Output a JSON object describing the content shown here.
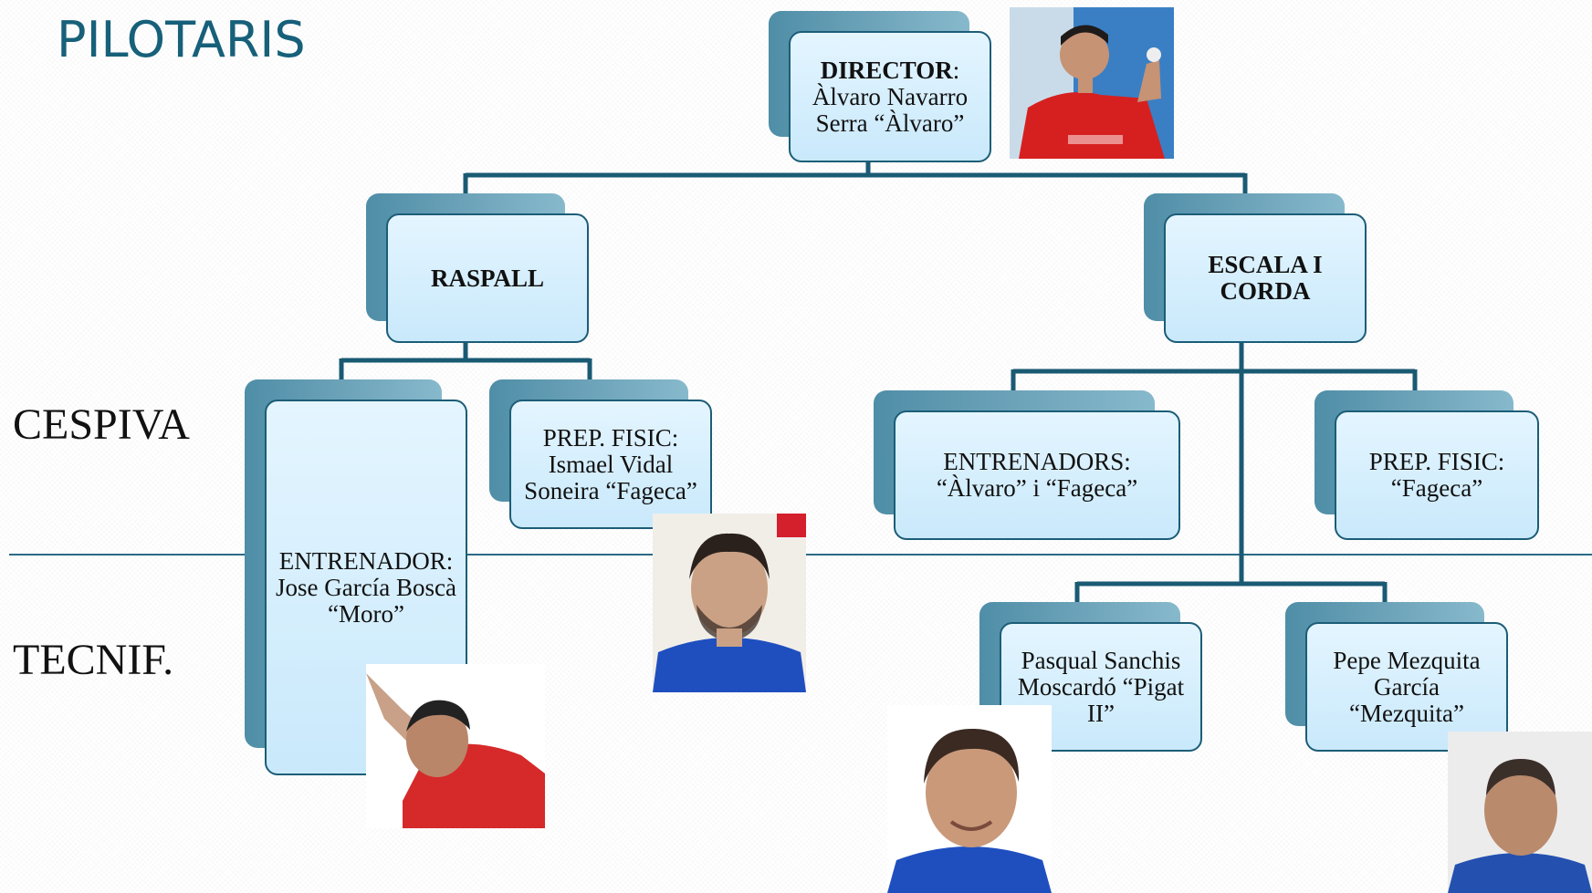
{
  "slide": {
    "title": "PILOTARIS",
    "left_labels": [
      "CESPIVA",
      "TECNIF."
    ]
  },
  "org_chart": {
    "director": {
      "role": "DIRECTOR",
      "name": "Àlvaro Navarro Serra “Àlvaro”"
    },
    "raspall": {
      "label": "RASPALL",
      "entrenador": {
        "role": "ENTRENADOR:",
        "name": "Jose García Boscà “Moro”"
      },
      "prep_fisic": {
        "role": "PREP. FISIC:",
        "name": "Ismael Vidal Soneira “Fageca”"
      }
    },
    "escala_i_corda": {
      "label": "ESCALA I CORDA",
      "entrenadors": {
        "role": "ENTRENADORS:",
        "name": "“Àlvaro” i “Fageca”"
      },
      "prep_fisic": {
        "role": "PREP. FISIC:",
        "name": "“Fageca”"
      },
      "tecnif_1": "Pasqual Sanchis Moscardó “Pigat II”",
      "tecnif_2": "Pepe Mezquita García “Mezquita”"
    }
  },
  "photos": [
    {
      "subject": "director-photo",
      "shirt_color": "#d62020"
    },
    {
      "subject": "fageca-photo",
      "shirt_color": "#1f4fbf"
    },
    {
      "subject": "moro-photo",
      "shirt_color": "#d62a2a"
    },
    {
      "subject": "pigat-photo",
      "shirt_color": "#1f4fbf"
    },
    {
      "subject": "mezquita-photo",
      "shirt_color": "#2451b0"
    }
  ],
  "colors": {
    "title": "#17607a",
    "connector": "#1a5a73",
    "box_fill": "#cfeafb",
    "box_border": "#1c5d77",
    "box_shadow": "#5e97ae"
  }
}
